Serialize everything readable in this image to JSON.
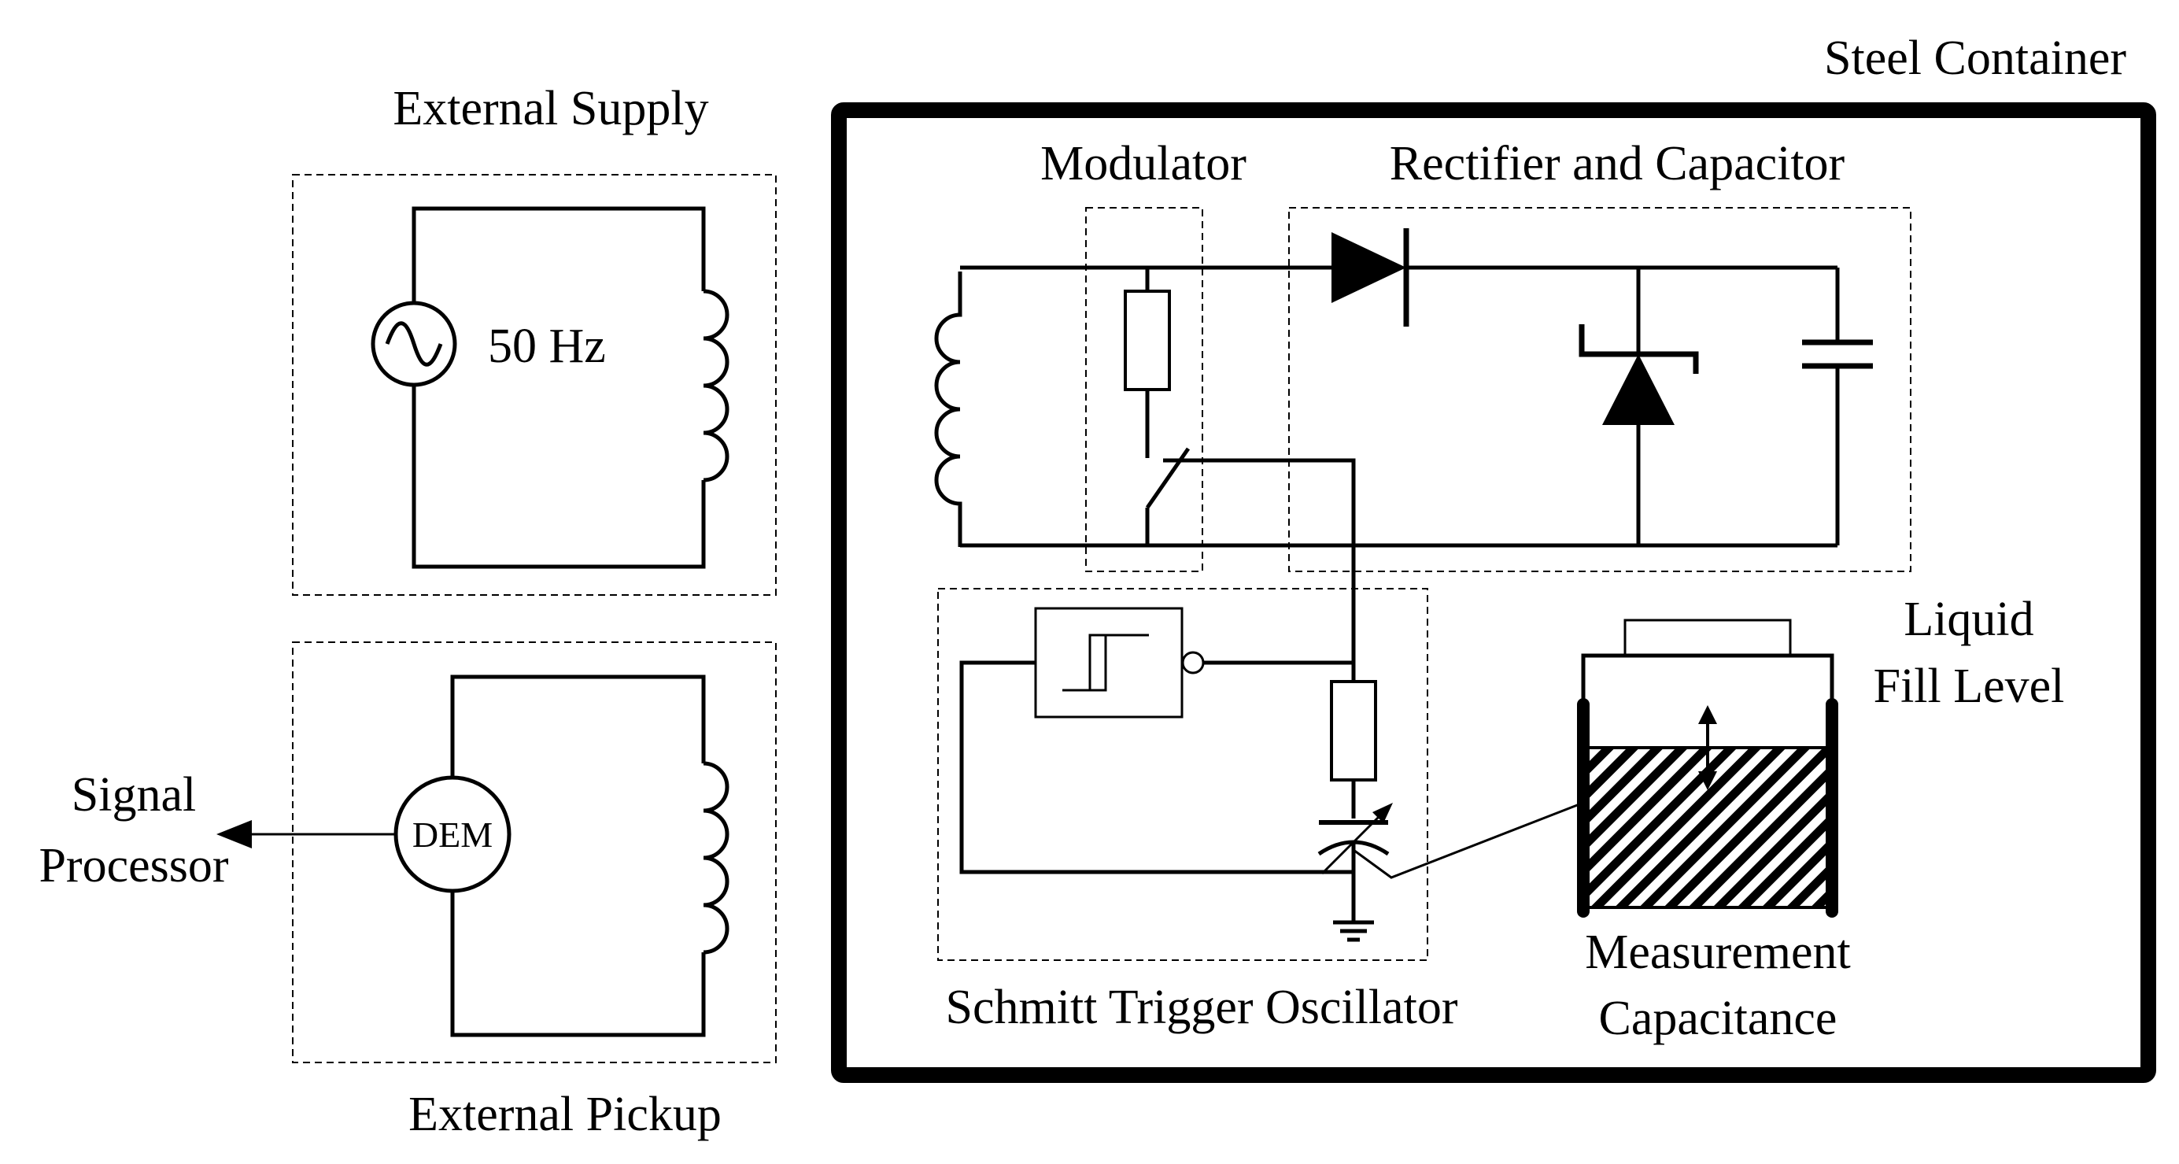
{
  "labels": {
    "steel_container": "Steel Container",
    "external_supply": "External Supply",
    "frequency": "50 Hz",
    "external_pickup": "External Pickup",
    "signal_line1": "Signal",
    "signal_line2": "Processor",
    "dem": "DEM",
    "modulator": "Modulator",
    "rectifier": "Rectifier and Capacitor",
    "schmitt": "Schmitt Trigger Oscillator",
    "liquid_line1": "Liquid",
    "liquid_line2": "Fill Level",
    "measurement_line1": "Measurement",
    "measurement_line2": "Capacitance"
  },
  "icons": {
    "ac_source": "ac-source-icon",
    "inductor": "inductor-icon",
    "diode": "diode-icon",
    "zener": "zener-diode-icon",
    "capacitor": "capacitor-icon",
    "resistor": "resistor-icon",
    "switch": "switch-icon",
    "schmitt_trigger": "schmitt-trigger-icon",
    "variable_capacitor": "variable-capacitor-icon",
    "ground": "ground-icon",
    "arrow": "arrow-icon"
  },
  "colors": {
    "ink": "#000000",
    "background": "#ffffff"
  }
}
